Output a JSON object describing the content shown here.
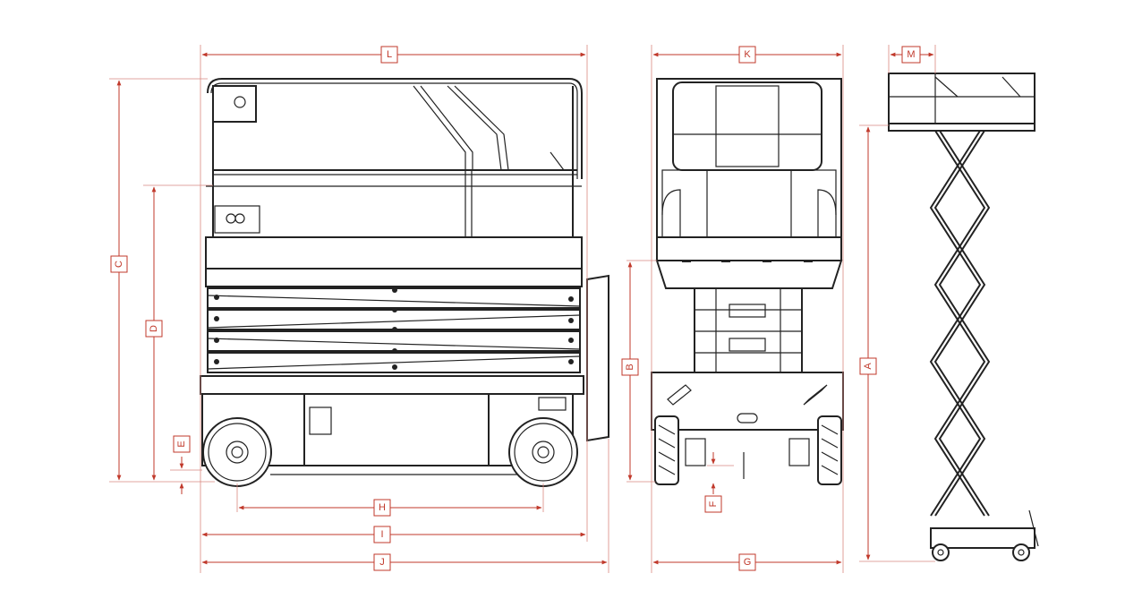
{
  "colors": {
    "dimension": "#c0392b",
    "line": "#222222",
    "background": "#ffffff"
  },
  "dimensions": {
    "L": "L",
    "K": "K",
    "M": "M",
    "C": "C",
    "D": "D",
    "E": "E",
    "B": "B",
    "F": "F",
    "A": "A",
    "H": "H",
    "I": "I",
    "J": "J",
    "G": "G"
  }
}
